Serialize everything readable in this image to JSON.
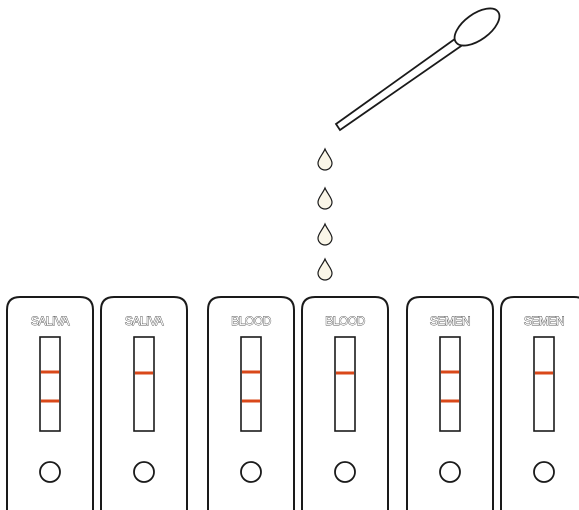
{
  "colors": {
    "band": "#d9481a",
    "drop_fill": "#faf6e8",
    "outline": "#1a1a1a"
  },
  "dropper": {
    "icon": "pipette-icon",
    "drop_count": 4
  },
  "cassettes": [
    {
      "label": "SALIVA",
      "bands": 2
    },
    {
      "label": "SALIVA",
      "bands": 1
    },
    {
      "label": "BLOOD",
      "bands": 2
    },
    {
      "label": "BLOOD",
      "bands": 1
    },
    {
      "label": "SEMEN",
      "bands": 2
    },
    {
      "label": "SEMEN",
      "bands": 1
    }
  ]
}
